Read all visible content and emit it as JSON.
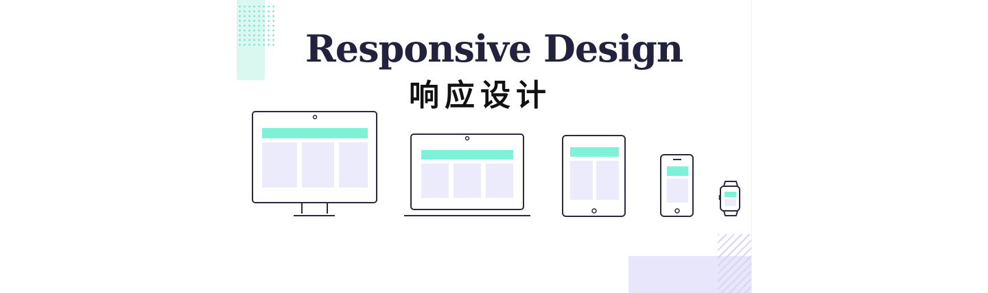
{
  "hero": {
    "title": "Responsive Design",
    "subtitle": "响应设计"
  },
  "devices": [
    {
      "kind": "desktop-monitor",
      "icon": "desktop-monitor-icon"
    },
    {
      "kind": "laptop",
      "icon": "laptop-icon"
    },
    {
      "kind": "tablet",
      "icon": "tablet-icon"
    },
    {
      "kind": "phone",
      "icon": "phone-icon"
    },
    {
      "kind": "smartwatch",
      "icon": "smartwatch-icon"
    }
  ],
  "colors": {
    "ink": "#2a2a3d",
    "title": "#22223f",
    "accent_mint": "#7df2d6",
    "panel_lavender": "#ecebfb",
    "deco_mint": "#dbf8f0",
    "deco_lavender": "#e8e6fb"
  }
}
